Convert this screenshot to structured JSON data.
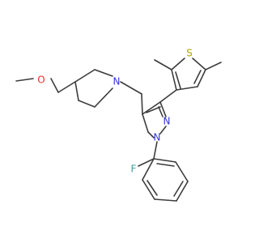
{
  "molecule": {
    "colors": {
      "bond": "#3c3c3c",
      "oxygen": "#e8332b",
      "nitrogen": "#2f35d8",
      "sulfur": "#b3a300",
      "fluorine": "#3aa0a0"
    },
    "atom_labels": {
      "O": "O",
      "N1": "N",
      "N2": "N",
      "N3": "N",
      "S": "S",
      "F": "F"
    }
  }
}
